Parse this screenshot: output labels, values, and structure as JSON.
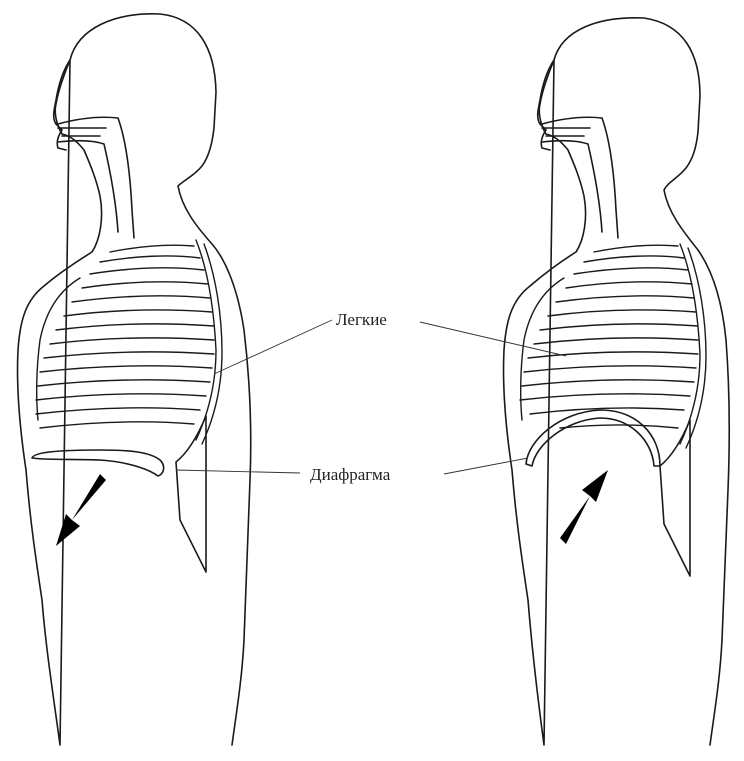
{
  "labels": {
    "lungs": "Легкие",
    "diaphragm": "Диафрагма"
  },
  "figures": [
    {
      "id": "inhale",
      "arrow_direction": "down-left"
    },
    {
      "id": "exhale",
      "arrow_direction": "up-right"
    }
  ]
}
